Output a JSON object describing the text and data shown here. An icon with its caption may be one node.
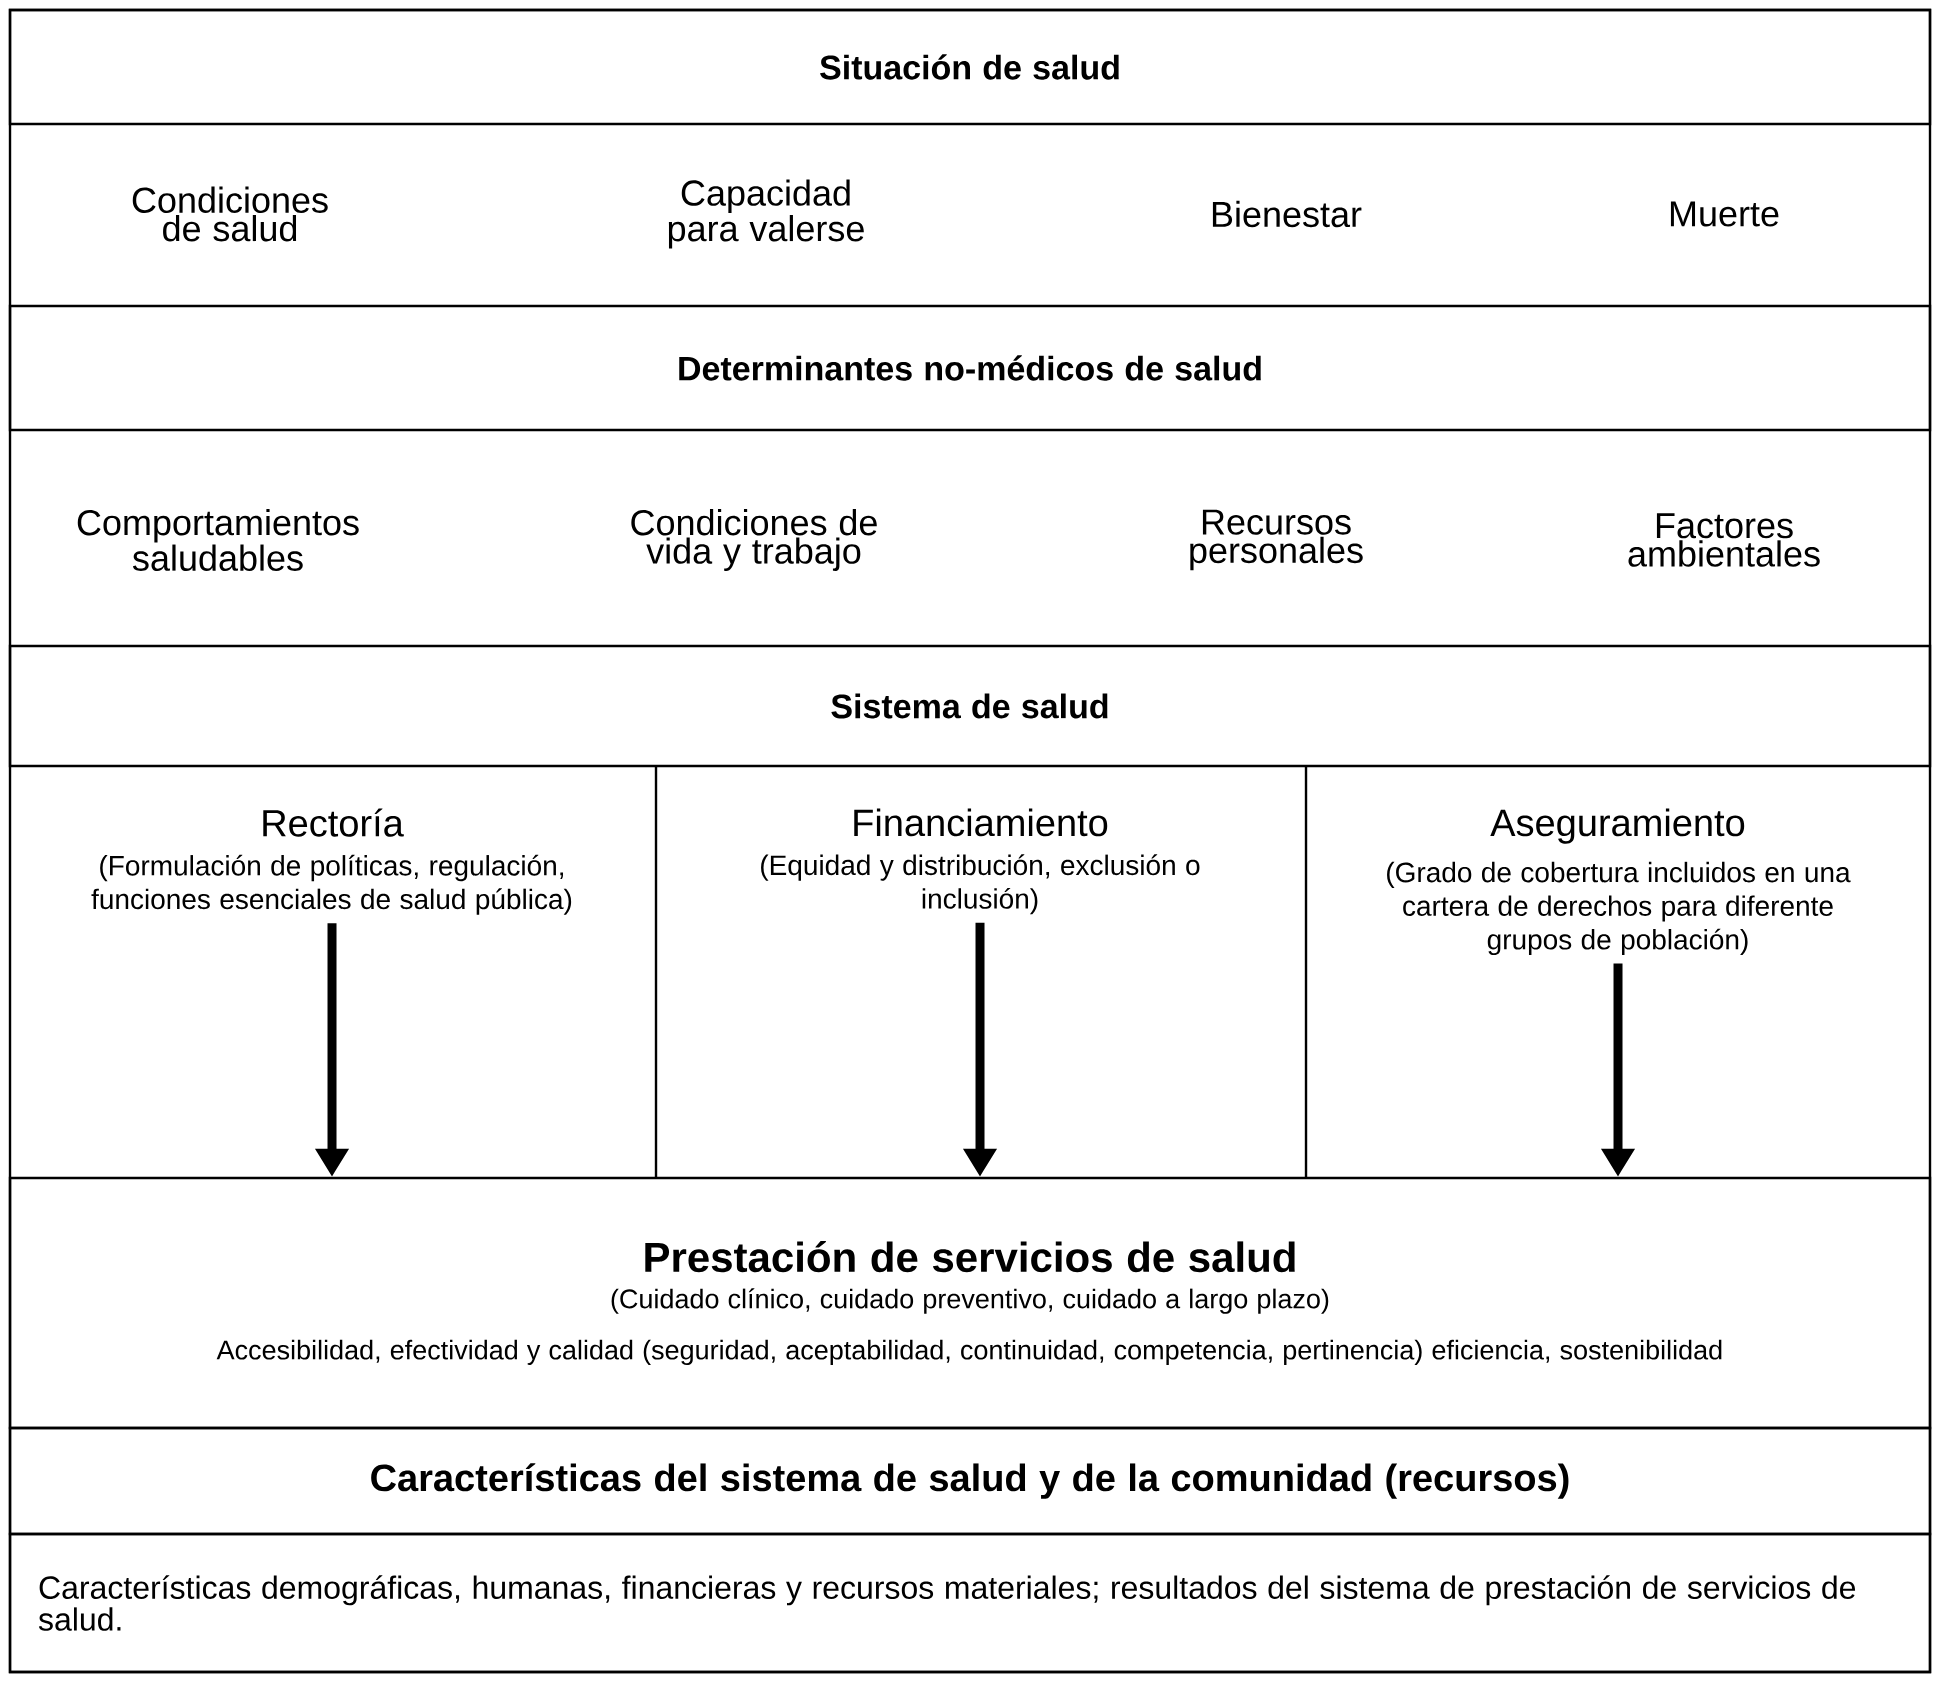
{
  "diagram": {
    "nodes": [
      {
        "text": [
          "Situación de salud"
        ]
      },
      {
        "text": [
          "Determinantes no-médicos de salud"
        ]
      },
      {
        "text": [
          "Sistema de salud"
        ]
      },
      {
        "text": [
          "Rectoría",
          "(Formulación de políticas, regulación, funciones esenciales de salud pública)"
        ]
      },
      {
        "text": [
          "Financiamiento",
          "(Equidad y distribución, exclusión o inclusión)"
        ]
      },
      {
        "text": [
          "Aseguramiento",
          "(Grado de cobertura incluidos en una cartera de derechos para diferente grupos de población)"
        ]
      },
      {
        "text": [
          "Prestación de servicios de salud",
          "(Cuidado clínico, cuidado preventivo, cuidado a largo plazo)",
          "Accesibilidad, efectividad y calidad (seguridad, aceptabilidad, continuidad, competencia, pertinencia) eficiencia, sostenibilidad"
        ]
      },
      {
        "text": [
          "Características del sistema de salud y de la comunidad (recursos)"
        ]
      },
      {
        "text": [
          "Características demográficas, humanas, financieras y recursos materiales; resultados del sistema de prestación de servicios de salud."
        ]
      }
    ],
    "edges": [
      {
        "from": 3,
        "to": 6,
        "arrow": "to"
      },
      {
        "from": 4,
        "to": 6,
        "arrow": "to"
      },
      {
        "from": 5,
        "to": 6,
        "arrow": "to"
      }
    ],
    "labels": [
      "Condiciones de salud",
      "Capacidad para valerse",
      "Bienestar",
      "Muerte",
      "Comportamientos saludables",
      "Condiciones de vida y trabajo",
      "Recursos personales",
      "Factores ambientales"
    ]
  }
}
